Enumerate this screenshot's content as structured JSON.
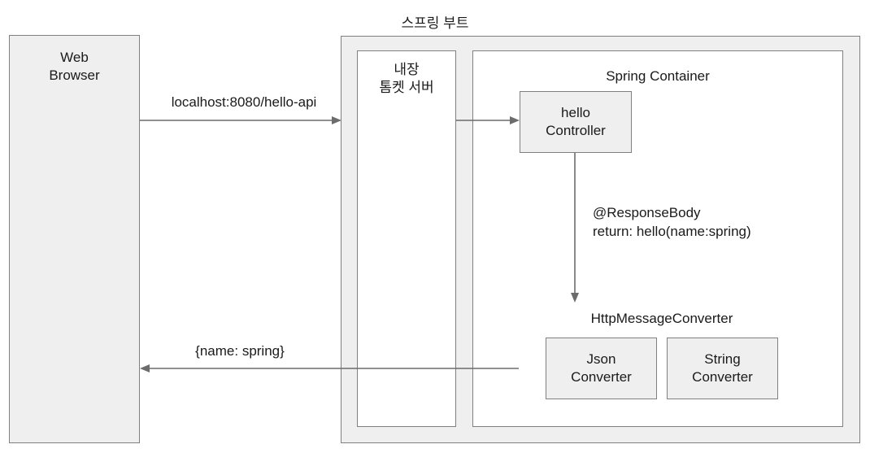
{
  "diagram": {
    "title": "스프링 부트",
    "boxes": {
      "web_browser": "Web\nBrowser",
      "tomcat": "내장\n톰켓 서버",
      "spring_container": "Spring Container",
      "hello_controller": "hello\nController",
      "http_message_converter": "HttpMessageConverter",
      "json_converter": "Json\nConverter",
      "string_converter": "String\nConverter"
    },
    "edge_labels": {
      "request": "localhost:8080/hello-api",
      "response_body": "@ResponseBody\nreturn: hello(name:spring)",
      "response": "{name: spring}"
    },
    "colors": {
      "box_fill": "#efefef",
      "box_stroke": "#808080",
      "arrow_stroke": "#6c6c6c",
      "text": "#1a1a1a",
      "background": "#ffffff"
    }
  }
}
